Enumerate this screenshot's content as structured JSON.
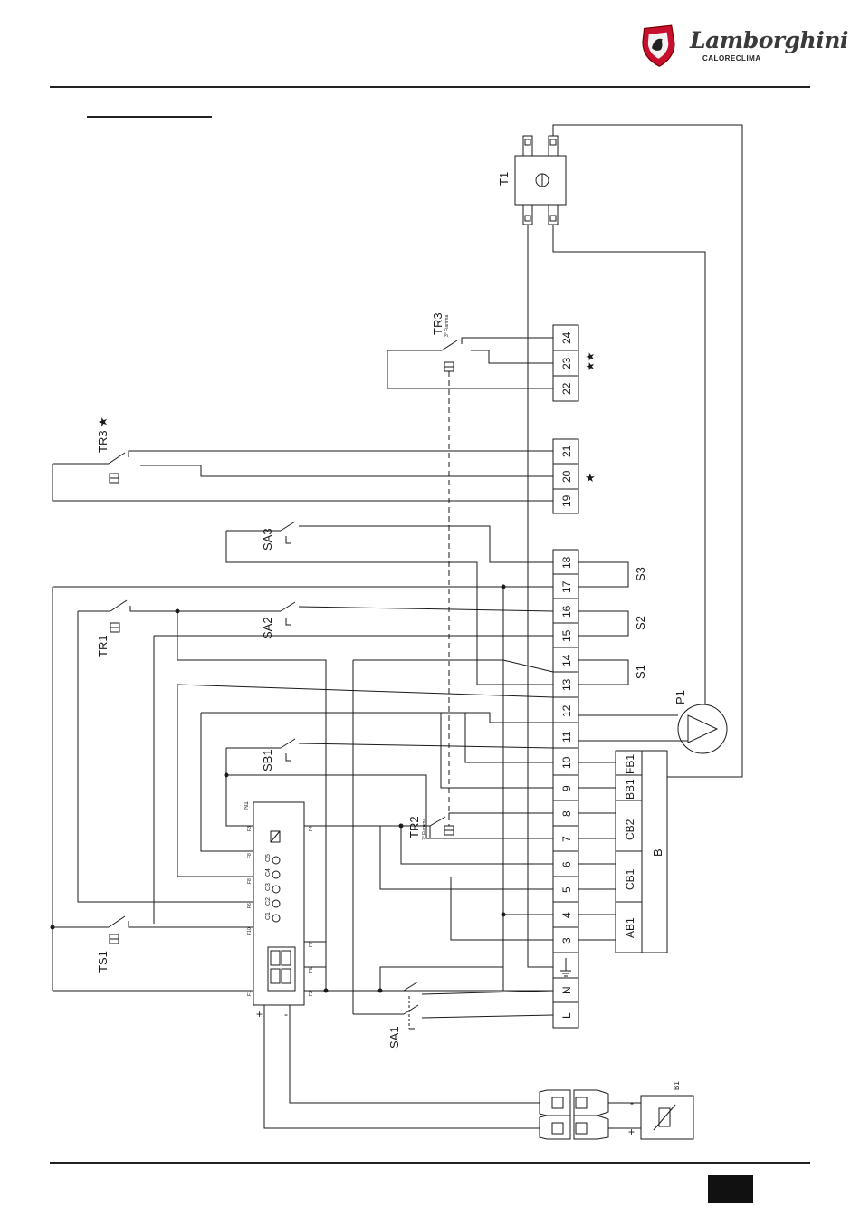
{
  "brand": {
    "name": "Lamborghini",
    "sub": "CALORECLIMA"
  },
  "labels": {
    "T1": "T1",
    "TR3_top": "TR3",
    "TR3_top_sub": "3° Fiamma",
    "TR3_left": "TR3 ★",
    "SA3": "SA3",
    "SA2": "SA2",
    "TR1": "TR1",
    "SB1": "SB1",
    "TR2": "TR2",
    "TR2_sub": "2° Fiamma",
    "TS1": "TS1",
    "SA1": "SA1",
    "P1": "P1",
    "S3": "S3",
    "S2": "S2",
    "S1": "S1",
    "B": "B",
    "B1": "B1",
    "N1": "N1",
    "plus": "+",
    "minus": "-",
    "star": "★",
    "star2": "★★"
  },
  "terminals": [
    "24",
    "23",
    "22",
    "21",
    "20",
    "19",
    "18",
    "17",
    "16",
    "15",
    "14",
    "13",
    "12",
    "11",
    "10",
    "9",
    "8",
    "7",
    "6",
    "5",
    "4",
    "3",
    "⏚",
    "N",
    "L"
  ],
  "b_modules": [
    "FB1",
    "BB1",
    "CB2",
    "CB1",
    "AB1"
  ],
  "n1_pins": [
    "F3",
    "F4",
    "F8",
    "F8",
    "F6",
    "F10",
    "F7",
    "F5",
    "F1",
    "F2"
  ],
  "n1_leds": [
    "C1",
    "C2",
    "C3",
    "C4",
    "C5"
  ],
  "colors": {
    "line": "#1a1a1a",
    "logo_red": "#c8102e",
    "page_box": "#111111"
  }
}
